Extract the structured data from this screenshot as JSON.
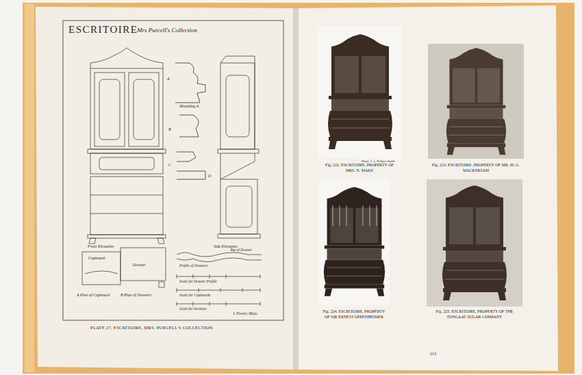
{
  "diagram": {
    "title": "ESCRITOIRE",
    "caption": "PLATE 27. ESCRITOIRE, MRS. PURCELL'S COLLECTION",
    "nodes": [
      {
        "text": [
          "Fig. 222. ESCRITOIRE, PROPERTY OF MRS. N. MAKE"
        ]
      },
      {
        "text": [
          "Fig. 223. ESCRITOIRE, PROPERTY OF MR. M. G. MACKERTAM"
        ]
      },
      {
        "text": [
          "Fig. 224. ESCRITOIRE, PROPERTY OF SIR ERNEST OPPENHEIMER"
        ]
      },
      {
        "text": [
          "Fig. 225. ESCRITOIRE, PROPERTY OF THE TONGAAT SUGAR COMPANY"
        ]
      }
    ],
    "labels": [
      "Mrs Purcell's Collection",
      "Moulding A",
      "A",
      "B",
      "C",
      "D",
      "Front Elevation",
      "Side Elevation",
      "Top of Drawer",
      "Profile of Drawers",
      "Scale for Drawer Profile",
      "Scale for Cupboards",
      "Scale for Sections",
      "Cupboard",
      "Drawer",
      "A Plan of Cupboard",
      "B Plan of Drawers",
      "J. Fowler, Meas.",
      "Photo: J. A. Hebbert Smith",
      "213"
    ]
  }
}
